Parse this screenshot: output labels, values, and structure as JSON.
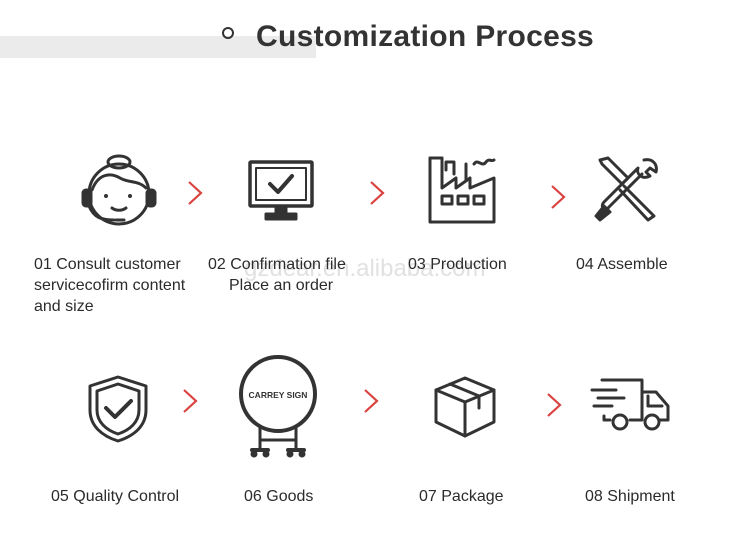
{
  "header": {
    "title": "Customization Process"
  },
  "watermark": "gzdear.en.alibaba.com",
  "steps": [
    {
      "label_line1": "01  Consult customer",
      "label_line2": "servicecofirm content",
      "label_line3": "and size",
      "icon": "customer-service-icon"
    },
    {
      "label_line1": "02 Confirmation file",
      "label_line2": "Place an order",
      "icon": "monitor-check-icon"
    },
    {
      "label_line1": "03 Production",
      "icon": "factory-icon"
    },
    {
      "label_line1": "04 Assemble",
      "icon": "tools-icon"
    },
    {
      "label_line1": "05 Quality Control",
      "icon": "shield-check-icon"
    },
    {
      "label_line1": "06 Goods",
      "icon": "round-sign-icon",
      "sign_text": "CARREY SIGN"
    },
    {
      "label_line1": "07 Package",
      "icon": "box-icon"
    },
    {
      "label_line1": "08 Shipment",
      "icon": "delivery-truck-icon"
    }
  ],
  "colors": {
    "arrow": "#d9423e",
    "icon_stroke": "#333333",
    "header_band": "#ebebeb"
  }
}
